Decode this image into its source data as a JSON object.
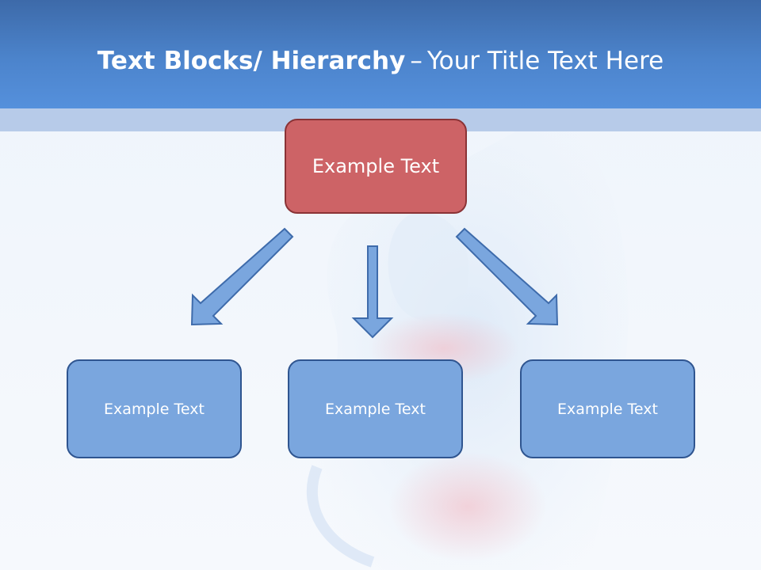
{
  "slide": {
    "title_bold": "Text Blocks/ Hierarchy",
    "title_dash": "–",
    "title_rest": "Your Title Text Here"
  },
  "hierarchy": {
    "root": {
      "label": "Example Text"
    },
    "children": [
      {
        "label": "Example Text"
      },
      {
        "label": "Example Text"
      },
      {
        "label": "Example Text"
      }
    ]
  },
  "colors": {
    "header": "#4c84cc",
    "band": "#b7cbe9",
    "root_fill": "#cd6366",
    "child_fill": "#7aa6de",
    "arrow_fill": "#7aa6de"
  }
}
